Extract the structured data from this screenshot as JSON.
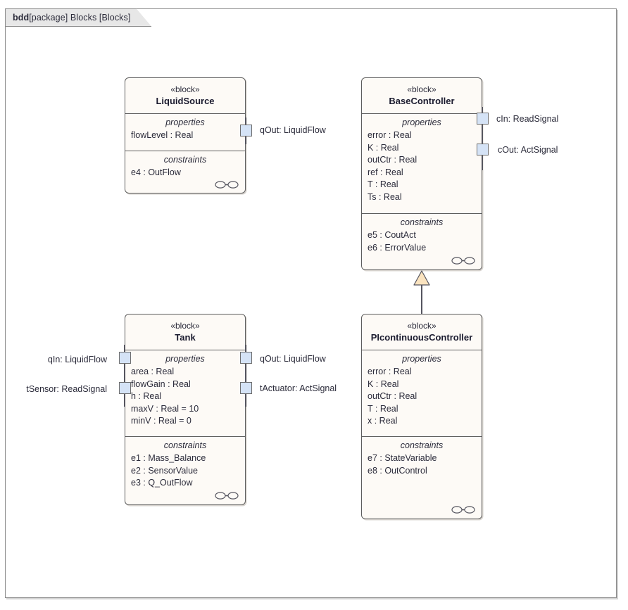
{
  "frame": {
    "tab_kind": "bdd",
    "tab_rest": "[package] Blocks [Blocks]"
  },
  "labels": {
    "stereotype": "«block»",
    "properties": "properties",
    "constraints": "constraints"
  },
  "colors": {
    "block_fill": "#fdfaf6",
    "block_border": "#5d5d5d",
    "port_fill": "#d5e3f6",
    "port_border": "#6e6e6e",
    "tab_fill": "#e7e7e7",
    "frame_border": "#8a8a8a",
    "arrowhead_fill": "#fae3bf",
    "text": "#2b2b3a"
  },
  "blocks": [
    {
      "id": "liquid-source",
      "name": "LiquidSource",
      "properties": [
        "flowLevel : Real"
      ],
      "constraints": [
        "e4 : OutFlow"
      ]
    },
    {
      "id": "base-controller",
      "name": "BaseController",
      "properties": [
        "error : Real",
        "K : Real",
        "outCtr : Real",
        "ref : Real",
        "T : Real",
        "Ts : Real"
      ],
      "constraints": [
        "e5 : CoutAct",
        "e6 : ErrorValue"
      ]
    },
    {
      "id": "tank",
      "name": "Tank",
      "properties": [
        "area : Real",
        "flowGain : Real",
        "h : Real",
        "maxV : Real = 10",
        "minV : Real = 0"
      ],
      "constraints": [
        "e1 : Mass_Balance",
        "e2 : SensorValue",
        "e3 : Q_OutFlow"
      ]
    },
    {
      "id": "pi-continuous-controller",
      "name": "PIcontinuousController",
      "properties": [
        "error : Real",
        "K : Real",
        "outCtr : Real",
        "T : Real",
        "x : Real"
      ],
      "constraints": [
        "e7 : StateVariable",
        "e8 : OutControl"
      ]
    }
  ],
  "ports": {
    "liquid_source_qout": "qOut: LiquidFlow",
    "base_controller_cin": "cIn: ReadSignal",
    "base_controller_cout": "cOut: ActSignal",
    "tank_qin": "qIn: LiquidFlow",
    "tank_tsensor": "tSensor: ReadSignal",
    "tank_qout": "qOut: LiquidFlow",
    "tank_tactuator": "tActuator: ActSignal"
  },
  "relationship": {
    "type": "generalization",
    "from": "PIcontinuousController",
    "to": "BaseController"
  }
}
